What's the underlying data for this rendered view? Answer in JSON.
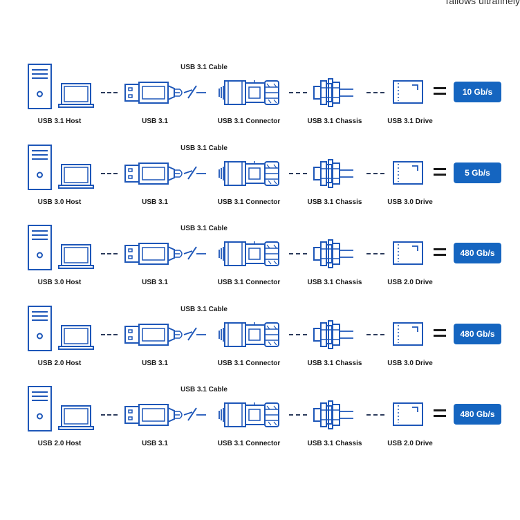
{
  "corner_text": "Tallows ultrafinely",
  "colors": {
    "stroke": "#1d56b8",
    "badge": "#1565c0",
    "label": "#1a1a1a"
  },
  "rows": [
    {
      "cable": "USB 3.1 Cable",
      "host": "USB 3.1 Host",
      "plug": "USB 3.1",
      "connector": "USB 3.1 Connector",
      "chassis": "USB 3.1 Chassis",
      "drive": "USB 3.1 Drive",
      "speed": "10 Gb/s"
    },
    {
      "cable": "USB 3.1 Cable",
      "host": "USB 3.0 Host",
      "plug": "USB 3.1",
      "connector": "USB 3.1 Connector",
      "chassis": "USB 3.1 Chassis",
      "drive": "USB 3.0 Drive",
      "speed": "5 Gb/s"
    },
    {
      "cable": "USB 3.1 Cable",
      "host": "USB 3.0 Host",
      "plug": "USB 3.1",
      "connector": "USB 3.1 Connector",
      "chassis": "USB 3.1 Chassis",
      "drive": "USB 2.0 Drive",
      "speed": "480 Gb/s"
    },
    {
      "cable": "USB 3.1 Cable",
      "host": "USB 2.0 Host",
      "plug": "USB 3.1",
      "connector": "USB 3.1 Connector",
      "chassis": "USB 3.1 Chassis",
      "drive": "USB 3.0 Drive",
      "speed": "480 Gb/s"
    },
    {
      "cable": "USB 3.1 Cable",
      "host": "USB 2.0 Host",
      "plug": "USB 3.1",
      "connector": "USB 3.1 Connector",
      "chassis": "USB 3.1 Chassis",
      "drive": "USB 2.0 Drive",
      "speed": "480 Gb/s"
    }
  ]
}
